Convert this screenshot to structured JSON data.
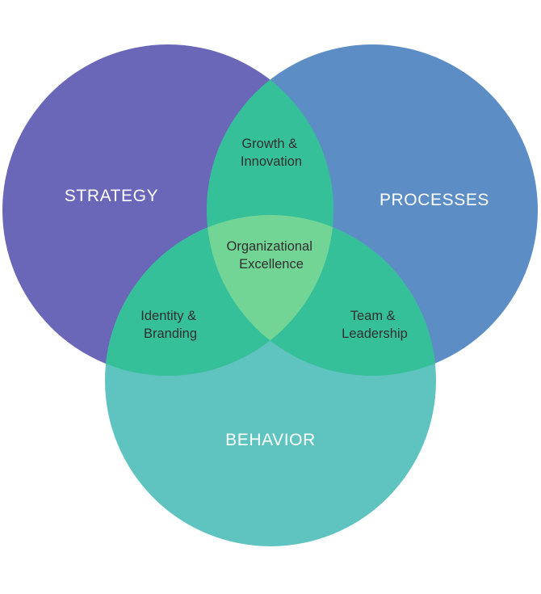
{
  "diagram": {
    "type": "venn",
    "sets": [
      {
        "id": "strategy",
        "label": "STRATEGY",
        "color": "#6A67B8"
      },
      {
        "id": "processes",
        "label": "PROCESSES",
        "color": "#5C8DC4"
      },
      {
        "id": "behavior",
        "label": "BEHAVIOR",
        "color": "#5FC3BF"
      }
    ],
    "intersections": {
      "strategy_processes": {
        "line1": "Growth &",
        "line2": "Innovation",
        "color": "#36C09A"
      },
      "strategy_behavior": {
        "line1": "Identity &",
        "line2": "Branding",
        "color": "#36C09A"
      },
      "processes_behavior": {
        "line1": "Team &",
        "line2": "Leadership",
        "color": "#36C09A"
      },
      "all": {
        "line1": "Organizational",
        "line2": "Excellence",
        "color": "#72D495"
      }
    }
  }
}
